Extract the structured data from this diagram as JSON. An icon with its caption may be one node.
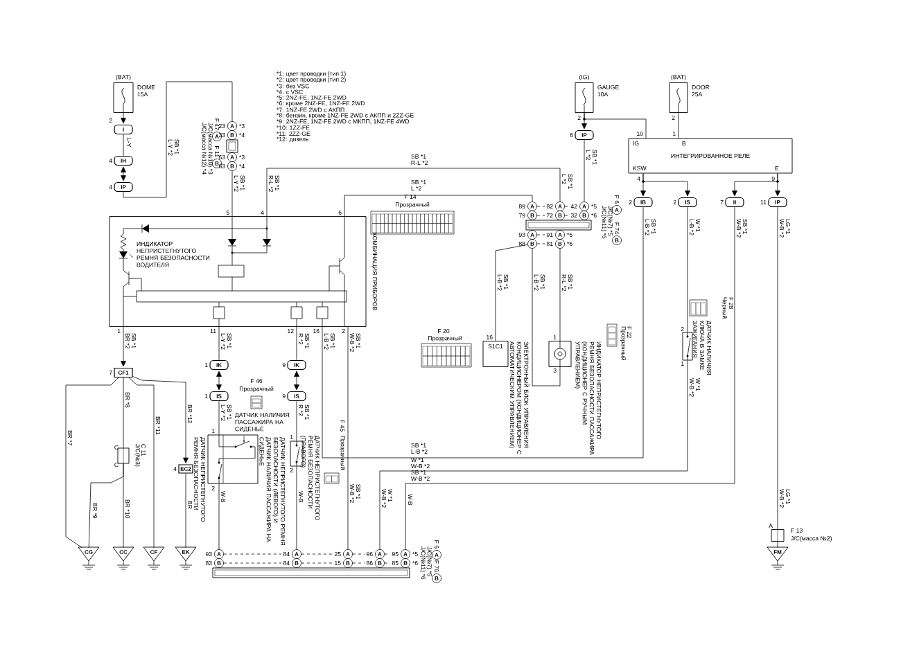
{
  "diagram": {
    "nodes": [
      {
        "text": [
          "(BAT)",
          "DOME 15A"
        ]
      },
      {
        "text": [
          "I"
        ],
        "beside": [
          "2"
        ]
      },
      {
        "text": [
          "IH"
        ],
        "beside": [
          "4"
        ]
      },
      {
        "text": [
          "IP"
        ],
        "beside": [
          "4"
        ]
      },
      {
        "text": [
          "A"
        ],
        "beside": [
          "23",
          "*3"
        ]
      },
      {
        "text": [
          "B"
        ],
        "beside": [
          "33",
          "*4"
        ]
      },
      {
        "text": [],
        "shape": "box"
      },
      {
        "text": [
          "A"
        ],
        "beside": [
          "63",
          "*3"
        ]
      },
      {
        "text": [
          "B"
        ],
        "beside": [
          "63",
          "*4"
        ]
      },
      {
        "text": [
          "A"
        ],
        "beside": [
          "F 47"
        ]
      },
      {
        "text": [
          "B"
        ],
        "beside": [
          "F 11"
        ]
      },
      {
        "text": [
          "КОМБИНАЦИЯ ПРИБОРОВ"
        ],
        "beside": [
          "5",
          "4",
          "6",
          "1",
          "11",
          "12",
          "16",
          "2"
        ]
      },
      {
        "text": [
          "(IG)",
          "GAUGE 10A"
        ],
        "beside": [
          "2"
        ]
      },
      {
        "text": [
          "IP"
        ],
        "beside": [
          "6"
        ]
      },
      {
        "text": [
          "(BAT)",
          "DOOR 25A"
        ],
        "beside": [
          "2"
        ]
      },
      {
        "text": [
          "IG",
          "B",
          "ИНТЕГРИРОВАННОЕ РЕЛЕ",
          "KSW",
          "E"
        ],
        "beside": [
          "10",
          "1",
          "4",
          "9"
        ]
      },
      {
        "text": [
          "IB"
        ],
        "beside": [
          "2"
        ]
      },
      {
        "text": [
          "IS"
        ],
        "beside": [
          "2"
        ]
      },
      {
        "text": [
          "II"
        ],
        "beside": [
          "7"
        ]
      },
      {
        "text": [
          "IP"
        ],
        "beside": [
          "11"
        ]
      },
      {
        "text": [
          "A"
        ],
        "beside": [
          "89"
        ]
      },
      {
        "text": [
          "B"
        ],
        "beside": [
          "79"
        ]
      },
      {
        "text": [
          "A"
        ],
        "beside": [
          "82"
        ]
      },
      {
        "text": [
          "B"
        ],
        "beside": [
          "72"
        ]
      },
      {
        "text": [
          "A"
        ],
        "beside": [
          "42",
          "*5"
        ]
      },
      {
        "text": [
          "B"
        ],
        "beside": [
          "32",
          "*6"
        ]
      },
      {
        "text": [],
        "shape": "box"
      },
      {
        "text": [
          "A"
        ],
        "beside": [
          "93"
        ]
      },
      {
        "text": [
          "B"
        ],
        "beside": [
          "88"
        ]
      },
      {
        "text": [
          "A"
        ],
        "beside": [
          "91",
          "*5"
        ]
      },
      {
        "text": [
          "B"
        ],
        "beside": [
          "81",
          "*6"
        ]
      },
      {
        "text": [
          "A"
        ],
        "beside": [
          "F 6"
        ]
      },
      {
        "text": [
          "B"
        ],
        "beside": [
          "F 74"
        ]
      },
      {
        "text": [
          "S1C1",
          "ЭЛЕКТРОННЫЙ БЛОК УПРАВЛЕНИЯ КОНДИЦИОНЕРОМ (КОНДИЦИОНЕР С АВТОМАТИЧЕСКИМ УПРАВЛЕНИЕМ)"
        ],
        "beside": [
          "16"
        ]
      },
      {
        "text": [
          "ИНДИКАТОР НЕПРИСТЕГНУТОГО РЕМНЯ БЕЗОПАСНОСТИ ПАССАЖИРА (КОНДИЦИОНЕР С РУЧНЫМ УПРАВЛЕНИЕМ)"
        ],
        "beside": [
          "1",
          "3"
        ]
      },
      {
        "text": [
          "ДАТЧИК НАЛИЧИЯ КЛЮЧА В ЗАМКЕ ЗАЖИГАНИЯ"
        ],
        "beside": [
          "2",
          "1"
        ]
      },
      {
        "text": [
          "F 13",
          "J/C(масса №2)"
        ],
        "beside": [
          "A"
        ]
      },
      {
        "text": [
          "FM"
        ]
      },
      {
        "text": [
          "CF1"
        ],
        "beside": [
          "7"
        ]
      },
      {
        "text": [
          "C 11",
          "J/C(№3)"
        ],
        "beside": [
          "C",
          "C"
        ]
      },
      {
        "text": [
          "EC2"
        ],
        "beside": [
          "4"
        ]
      },
      {
        "text": [
          "CG"
        ]
      },
      {
        "text": [
          "CC"
        ]
      },
      {
        "text": [
          "CF"
        ]
      },
      {
        "text": [
          "EK"
        ]
      },
      {
        "text": [
          "IK"
        ],
        "beside": [
          "1"
        ]
      },
      {
        "text": [
          "IS"
        ],
        "beside": [
          "1"
        ]
      },
      {
        "text": [
          "IK"
        ],
        "beside": [
          "9"
        ]
      },
      {
        "text": [
          "IS"
        ],
        "beside": [
          "9"
        ]
      },
      {
        "text": [
          "ДАТЧИК НЕПРИСТЕГНУТОГО РЕМНЯ БЕЗОПАСНОСТИ",
          "ДАТЧИК НАЛИЧИЯ ПАССАЖИРА НА СИДЕНЬЕ",
          "ДАТЧИК НЕПРИСТЕГНУТОГО РЕМНЯ БЕЗОПАСНОСТИ (ЛЕВОГО) И ДАТЧИК НАЛИЧИЯ ПАССАЖИРА НА СИДЕНЬЕ",
          "1",
          "2"
        ]
      },
      {
        "text": [
          "ДАТЧИК НЕПРИСТЕГНУТОГО РЕМНЯ БЕЗОПАСНОСТИ (ПРАВОГО)"
        ],
        "beside": [
          "1",
          "2"
        ]
      },
      {
        "text": [
          "A"
        ],
        "beside": [
          "93"
        ]
      },
      {
        "text": [
          "B"
        ],
        "beside": [
          "83"
        ]
      },
      {
        "text": [
          "A"
        ],
        "beside": [
          "84"
        ]
      },
      {
        "text": [
          "B"
        ],
        "beside": [
          "84"
        ]
      },
      {
        "text": [
          "A"
        ],
        "beside": [
          "25"
        ]
      },
      {
        "text": [
          "B"
        ],
        "beside": [
          "15"
        ]
      },
      {
        "text": [
          "A"
        ],
        "beside": [
          "96"
        ]
      },
      {
        "text": [
          "B"
        ],
        "beside": [
          "86"
        ]
      },
      {
        "text": [
          "A"
        ],
        "beside": [
          "95",
          "*5"
        ]
      },
      {
        "text": [
          "B"
        ],
        "beside": [
          "85",
          "*6"
        ]
      },
      {
        "text": [],
        "shape": "box"
      },
      {
        "text": [
          "A"
        ],
        "beside": [
          "F 6"
        ]
      },
      {
        "text": [
          "B"
        ],
        "beside": [
          "F 76"
        ]
      }
    ],
    "edges": [
      {
        "from": 0,
        "to": 1,
        "arrow": "to"
      },
      {
        "from": 1,
        "to": 2,
        "arrow": "none"
      },
      {
        "from": 2,
        "to": 3,
        "arrow": "both"
      },
      {
        "from": 3,
        "to": 4,
        "arrow": "none"
      },
      {
        "from": 8,
        "to": 11,
        "arrow": "none"
      },
      {
        "from": 11,
        "to": 22,
        "arrow": "none"
      },
      {
        "from": 11,
        "to": 20,
        "arrow": "none"
      },
      {
        "from": 12,
        "to": 13,
        "arrow": "to"
      },
      {
        "from": 13,
        "to": 24,
        "arrow": "none"
      },
      {
        "from": 12,
        "to": 15,
        "arrow": "none"
      },
      {
        "from": 14,
        "to": 15,
        "arrow": "none"
      },
      {
        "from": 15,
        "to": 16,
        "arrow": "to"
      },
      {
        "from": 15,
        "to": 17,
        "arrow": "to"
      },
      {
        "from": 15,
        "to": 18,
        "arrow": "to"
      },
      {
        "from": 15,
        "to": 19,
        "arrow": "to"
      },
      {
        "from": 16,
        "to": 11,
        "arrow": "none"
      },
      {
        "from": 17,
        "to": 35,
        "arrow": "none"
      },
      {
        "from": 35,
        "to": 57,
        "arrow": "none"
      },
      {
        "from": 18,
        "to": 59,
        "arrow": "none"
      },
      {
        "from": 19,
        "to": 36,
        "arrow": "none"
      },
      {
        "from": 36,
        "to": 37,
        "arrow": "none"
      },
      {
        "from": 28,
        "to": 33,
        "arrow": "none"
      },
      {
        "from": 28,
        "to": 34,
        "arrow": "none"
      },
      {
        "from": 30,
        "to": 34,
        "arrow": "none"
      },
      {
        "from": 11,
        "to": 38,
        "arrow": "to"
      },
      {
        "from": 38,
        "to": 41,
        "arrow": "none"
      },
      {
        "from": 38,
        "to": 39,
        "arrow": "none"
      },
      {
        "from": 39,
        "to": 41,
        "arrow": "none"
      },
      {
        "from": 39,
        "to": 42,
        "arrow": "none"
      },
      {
        "from": 38,
        "to": 43,
        "arrow": "none"
      },
      {
        "from": 38,
        "to": 40,
        "arrow": "to"
      },
      {
        "from": 40,
        "to": 44,
        "arrow": "none"
      },
      {
        "from": 11,
        "to": 45,
        "arrow": "none"
      },
      {
        "from": 45,
        "to": 46,
        "arrow": "both"
      },
      {
        "from": 46,
        "to": 49,
        "arrow": "none"
      },
      {
        "from": 49,
        "to": 51,
        "arrow": "none"
      },
      {
        "from": 11,
        "to": 47,
        "arrow": "none"
      },
      {
        "from": 47,
        "to": 48,
        "arrow": "both"
      },
      {
        "from": 48,
        "to": 50,
        "arrow": "none"
      },
      {
        "from": 50,
        "to": 53,
        "arrow": "none"
      },
      {
        "from": 11,
        "to": 55,
        "arrow": "none"
      },
      {
        "from": 20,
        "to": 22,
        "arrow": "none",
        "style": "dashed"
      },
      {
        "from": 22,
        "to": 24,
        "arrow": "none",
        "style": "dashed"
      },
      {
        "from": 21,
        "to": 23,
        "arrow": "none",
        "style": "dashed"
      },
      {
        "from": 23,
        "to": 25,
        "arrow": "none",
        "style": "dashed"
      },
      {
        "from": 27,
        "to": 29,
        "arrow": "none",
        "style": "dashed"
      },
      {
        "from": 28,
        "to": 30,
        "arrow": "none",
        "style": "dashed"
      },
      {
        "from": 51,
        "to": 53,
        "arrow": "none",
        "style": "dashed"
      },
      {
        "from": 53,
        "to": 55,
        "arrow": "none",
        "style": "dashed"
      },
      {
        "from": 55,
        "to": 57,
        "arrow": "none",
        "style": "dashed"
      },
      {
        "from": 57,
        "to": 59,
        "arrow": "none",
        "style": "dashed"
      },
      {
        "from": 52,
        "to": 54,
        "arrow": "none",
        "style": "dashed"
      },
      {
        "from": 54,
        "to": 56,
        "arrow": "none",
        "style": "dashed"
      },
      {
        "from": 56,
        "to": 58,
        "arrow": "none",
        "style": "dashed"
      },
      {
        "from": 58,
        "to": 60,
        "arrow": "none",
        "style": "dashed"
      }
    ],
    "labels": [
      "*1: цвет проводки (тип 1)",
      "*2: цвет проводки (тип 2)",
      "*3: без VSC",
      "*4: с VSC",
      "*5: 2NZ-FE, 1NZ-FE 2WD",
      "*6: кроме 2NZ-FE, 1NZ-FE 2WD",
      "*7: 1NZ-FE 2WD с АКПП",
      "*8: бензин, кроме 1NZ-FE 2WD с АКПП и 2ZZ-GE",
      "*9: 2NZ-FE, 1NZ-FE 2WD с МКПП, 1NZ-FE 4WD",
      "*10: 1ZZ-FE",
      "*11: 2ZZ-GE",
      "*12: дизель",
      "J/C(масса №10) *3",
      "J/C(масса №12) *4",
      "L-Y",
      "SB *1",
      "L-Y *2",
      "SB *1",
      "L-Y *2",
      "SB *1",
      "R-L *2",
      "SB *1",
      "R-L *2",
      "SB *1",
      "L *2",
      "SB *1",
      "L *2",
      "SB *1",
      "L *2",
      "SB *1",
      "L-B *2",
      "SB *1",
      "L-B *2",
      "SB *1",
      "R-L *2",
      "SB *1",
      "L-B *2",
      "W *1",
      "L-B *2",
      "SB *1",
      "W-B *2",
      "LG *1",
      "W-B *2",
      "W *1",
      "W-B *2",
      "LG *1",
      "W-B *2",
      "SB *1",
      "L-B *2",
      "W *1",
      "W-B *2",
      "SB *1",
      "W-B *2",
      "W *1",
      "W-B *2",
      "W-B",
      "SB *1",
      "BR *2",
      "SB *1",
      "L-Y *2",
      "SB *1",
      "R *2",
      "SB *1",
      "L-B *2",
      "SB *1",
      "W-B *2",
      "SB *1",
      "L-Y *2",
      "SB *1",
      "R *2",
      "W-B",
      "W-B",
      "SB *1",
      "W-B *2",
      "BR *7",
      "BR *8",
      "BR *9",
      "BR *10",
      "BR *11",
      "BR *12",
      "BR",
      "ИНДИКАТОР НЕПРИСТЕГНУТОГО РЕМНЯ БЕЗОПАСНОСТИ ВОДИТЕЛЯ",
      "F 14",
      "Прозрачный",
      "F 20",
      "Прозрачный",
      "F 22",
      "Прозрачный",
      "F 28",
      "Черный",
      "F 46",
      "Прозрачный",
      "F 45",
      "Прозрачный",
      "J/C(№7) *5",
      "J/C(№11) *6",
      "J/C(№7) *5",
      "J/C(№11) *6"
    ]
  }
}
